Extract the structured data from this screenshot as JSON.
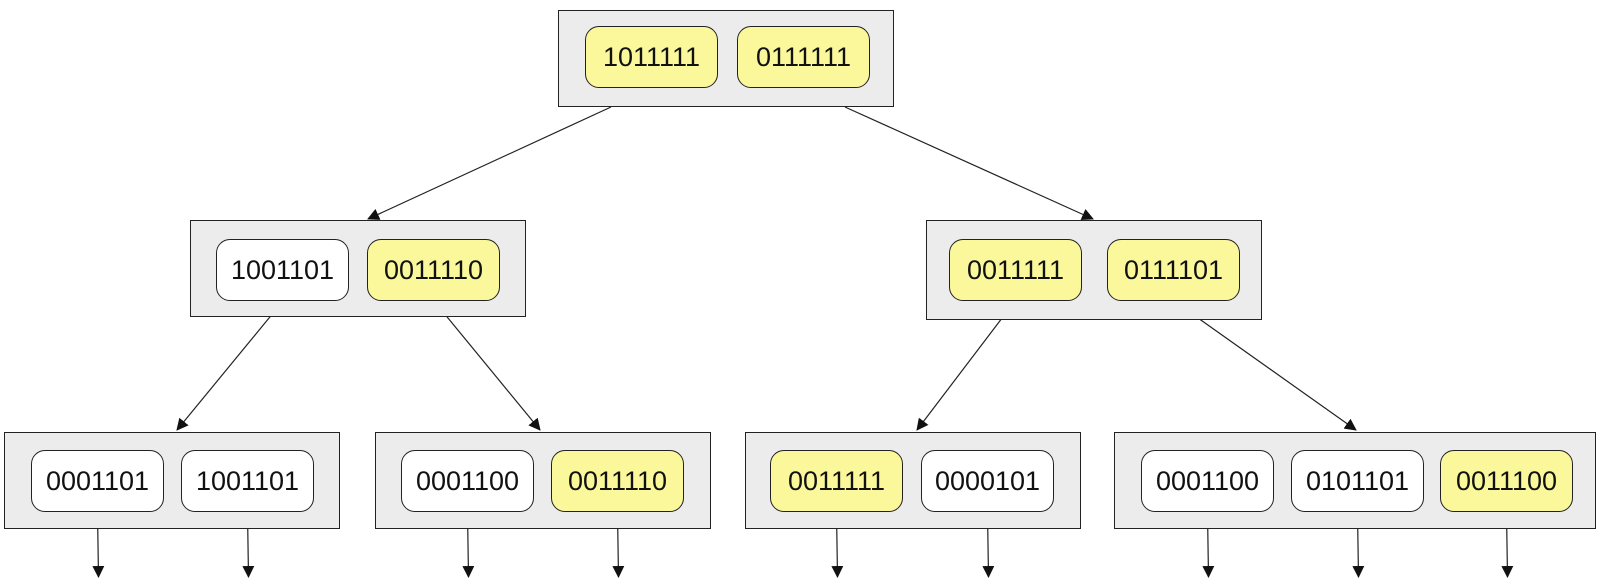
{
  "colors": {
    "node_fill": "#ececec",
    "key_plain": "#ffffff",
    "key_highlight": "#fbf89c",
    "stroke": "#222222"
  },
  "tree": {
    "root": {
      "keys": [
        {
          "label": "1011111",
          "highlight": true
        },
        {
          "label": "0111111",
          "highlight": true
        }
      ]
    },
    "level1": [
      {
        "keys": [
          {
            "label": "1001101",
            "highlight": false
          },
          {
            "label": "0011110",
            "highlight": true
          }
        ]
      },
      {
        "keys": [
          {
            "label": "0011111",
            "highlight": true
          },
          {
            "label": "0111101",
            "highlight": true
          }
        ]
      }
    ],
    "level2": [
      {
        "keys": [
          {
            "label": "0001101",
            "highlight": false
          },
          {
            "label": "1001101",
            "highlight": false
          }
        ]
      },
      {
        "keys": [
          {
            "label": "0001100",
            "highlight": false
          },
          {
            "label": "0011110",
            "highlight": true
          }
        ]
      },
      {
        "keys": [
          {
            "label": "0011111",
            "highlight": true
          },
          {
            "label": "0000101",
            "highlight": false
          }
        ]
      },
      {
        "keys": [
          {
            "label": "0001100",
            "highlight": false
          },
          {
            "label": "0101101",
            "highlight": false
          },
          {
            "label": "0011100",
            "highlight": true
          }
        ]
      }
    ]
  }
}
